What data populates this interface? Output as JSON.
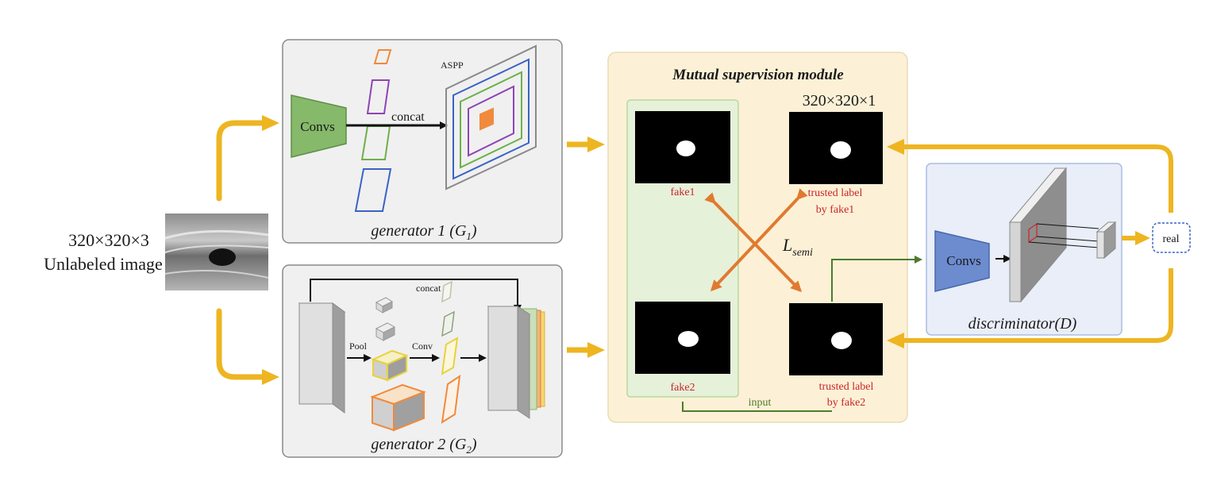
{
  "input": {
    "size": "320×320×3",
    "label": "Unlabeled image"
  },
  "generator1": {
    "title_main": "generator 1 (G",
    "title_sub": "1",
    "title_end": ")",
    "convs": "Convs",
    "concat": "concat",
    "aspp": "ASPP"
  },
  "generator2": {
    "title_main": "generator 2 (G",
    "title_sub": "2",
    "title_end": ")",
    "concat": "concat",
    "pool": "Pool",
    "conv": "Conv"
  },
  "module": {
    "title": "Mutual supervision module",
    "size": "320×320×1",
    "fake1": "fake1",
    "fake2": "fake2",
    "trusted1_line1": "trusted label",
    "trusted1_line2": "by fake1",
    "trusted2_line1": "trusted label",
    "trusted2_line2": "by fake2",
    "loss_main": "L",
    "loss_sub": "semi",
    "input": "input"
  },
  "discriminator": {
    "convs": "Convs",
    "title": "discriminator(D)",
    "real": "real"
  },
  "colors": {
    "arrow_yellow": "#eeb521",
    "cross_orange": "#e07a30",
    "conv_green": "#86b96a",
    "conv_blue": "#6d8ccf",
    "module_bg": "#fcf1d6",
    "disc_bg": "#e9eef8",
    "inner_green_bg": "#e6f1d9",
    "label_red": "#c8262b",
    "line_green": "#4e7a2e"
  }
}
